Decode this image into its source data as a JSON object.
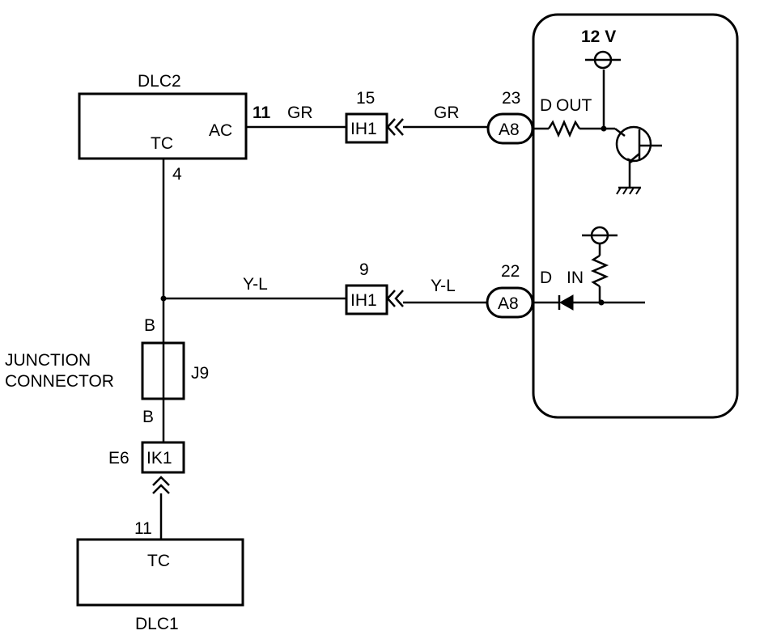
{
  "dlc2": {
    "name": "DLC2",
    "ac": "AC",
    "tc": "TC",
    "pin_ac": "11",
    "pin_tc": "4"
  },
  "dlc1": {
    "name": "DLC1",
    "tc": "TC",
    "pin_tc": "11"
  },
  "wire_gr": "GR",
  "wire_yl": "Y-L",
  "wire_b": "B",
  "ih1": {
    "label": "IH1",
    "pin_top": "15",
    "pin_bottom": "9"
  },
  "ik1": {
    "label": "IK1",
    "pin": "E6"
  },
  "a8": {
    "label": "A8",
    "pin_top": "23",
    "pin_bottom": "22"
  },
  "junction": {
    "line1": "JUNCTION",
    "line2": "CONNECTOR",
    "id": "J9"
  },
  "ecu": {
    "supply": "12 V",
    "d": "D",
    "out": "OUT",
    "in": "IN"
  }
}
